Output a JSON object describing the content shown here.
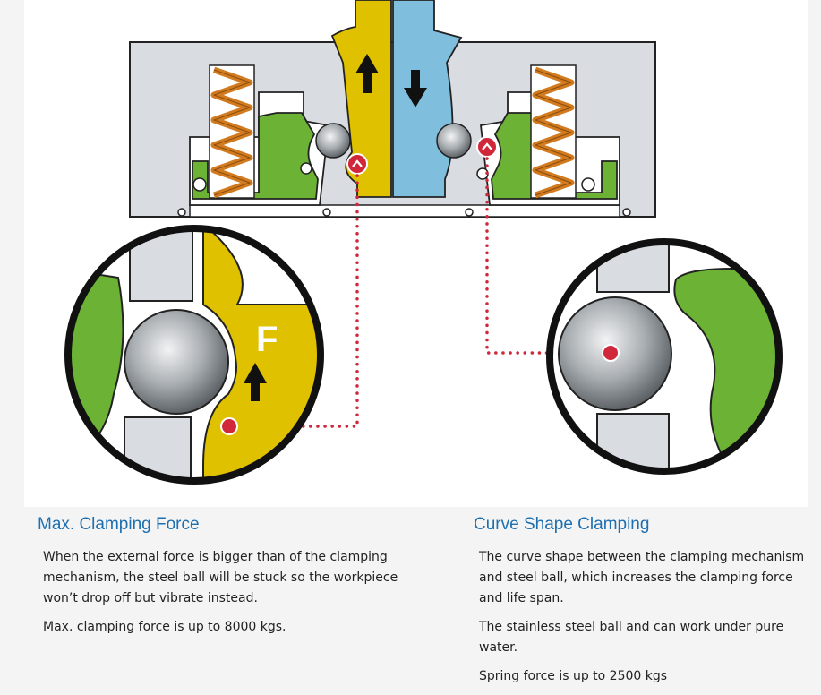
{
  "diagram": {
    "force_label": "F",
    "colors": {
      "housing": "#d9dde2",
      "outline": "#222222",
      "yellow_part": "#dfc100",
      "blue_part": "#7fbfdd",
      "green_part": "#6cb335",
      "spring": "#d27a1e",
      "callout": "#d0283a",
      "ball": "#9aa0a5"
    },
    "icons": [
      "up-arrow-icon",
      "down-arrow-icon",
      "callout-marker-icon",
      "steel-ball",
      "spring"
    ]
  },
  "left": {
    "heading": "Max. Clamping Force",
    "paragraph1": "When the external force is bigger than of the clamping mechanism, the steel ball will be stuck so the workpiece won’t drop off but vibrate instead.",
    "paragraph2": "Max. clamping force is up to 8000 kgs."
  },
  "right": {
    "heading": "Curve Shape Clamping",
    "paragraph1": "The curve shape between the clamping mechanism and steel ball, which increases the clamping force and life span.",
    "paragraph2": "The stainless steel ball and can work under pure water.",
    "paragraph3": "Spring force is up to 2500 kgs"
  }
}
